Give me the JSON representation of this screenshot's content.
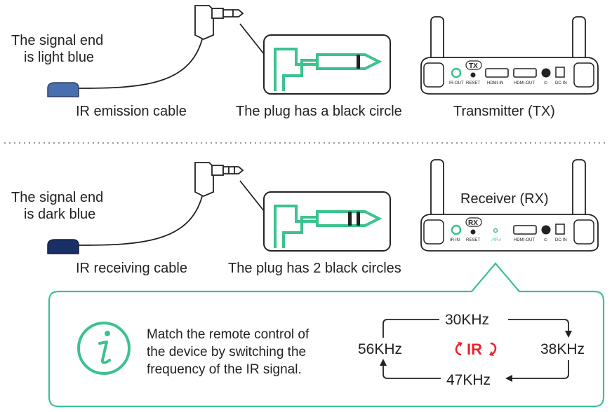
{
  "colors": {
    "green": "#3cc28e",
    "ink": "#222222",
    "cable_light_blue": "#4a6fae",
    "cable_dark_blue": "#1a2f66",
    "ir_red": "#e8242c",
    "panel_border": "#3cc28e"
  },
  "top": {
    "signal_line1": "The signal end",
    "signal_line2": "is light blue",
    "cable_label": "IR emission cable",
    "plug_label": "The plug has a black circle",
    "device_label": "Transmitter (TX)",
    "badge": "TX",
    "ports": [
      "IR-OUT",
      "RESET",
      "HDMI-IN",
      "HDMI-OUT",
      "⏻",
      "DC-IN"
    ]
  },
  "bottom": {
    "signal_line1": "The signal end",
    "signal_line2": "is dark blue",
    "cable_label": "IR receiving cable",
    "plug_label": "The plug has 2 black circles",
    "device_label": "Receiver (RX)",
    "badge": "RX",
    "ports": [
      "IR-IN",
      "RESET",
      "↗IR↲",
      "HDMI-OUT",
      "⏻",
      "DC-IN"
    ]
  },
  "info": {
    "icon": "info-icon",
    "line1": "Match the remote control of",
    "line2": "the device by switching the",
    "line3": "frequency of the IR signal.",
    "center": "IR",
    "freq_top": "30KHz",
    "freq_right": "38KHz",
    "freq_bottom": "47KHz",
    "freq_left": "56KHz"
  }
}
